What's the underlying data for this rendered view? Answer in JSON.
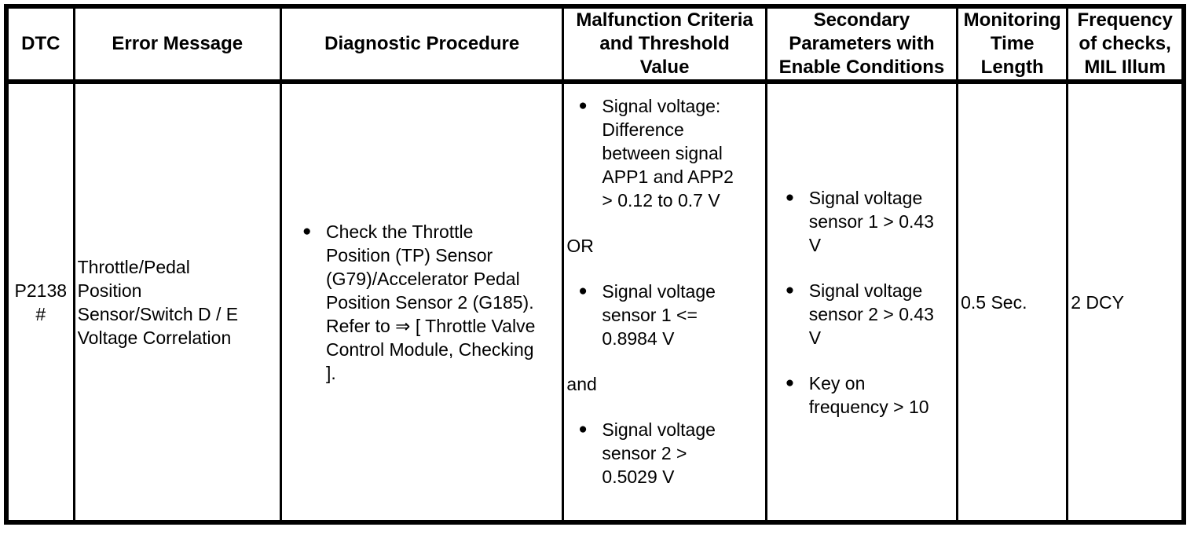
{
  "glyphs": {
    "bullet": "●"
  },
  "table": {
    "headers": [
      "DTC",
      "Error Message",
      "Diagnostic Procedure",
      "Malfunction Criteria\nand Threshold\nValue",
      "Secondary\nParameters with\nEnable Conditions",
      "Monitoring\nTime\nLength",
      "Frequency\nof checks,\nMIL Illum"
    ],
    "row": {
      "dtc": "P2138\n#",
      "error_message": "Throttle/Pedal\nPosition\nSensor/Switch D / E\nVoltage Correlation",
      "diagnostic_procedure": {
        "bullet_1": "Check the Throttle\nPosition (TP) Sensor\n(G79)/Accelerator Pedal\nPosition Sensor 2 (G185).\nRefer to ⇒ [ Throttle Valve\nControl Module, Checking\n]."
      },
      "malfunction_criteria": {
        "bullet_1": "Signal voltage:\nDifference\nbetween signal\nAPP1 and APP2\n> 0.12 to 0.7 V",
        "connector_1": "OR",
        "bullet_2": "Signal voltage\nsensor 1 <=\n0.8984 V",
        "connector_2": "and",
        "bullet_3": "Signal voltage\nsensor 2 >\n0.5029 V"
      },
      "secondary_parameters": {
        "bullet_1": "Signal voltage\nsensor 1 > 0.43\nV",
        "bullet_2": "Signal voltage\nsensor 2 > 0.43\nV",
        "bullet_3": "Key on\nfrequency > 10"
      },
      "monitoring_time_length": "0.5 Sec.",
      "frequency_of_checks": "2 DCY"
    }
  }
}
